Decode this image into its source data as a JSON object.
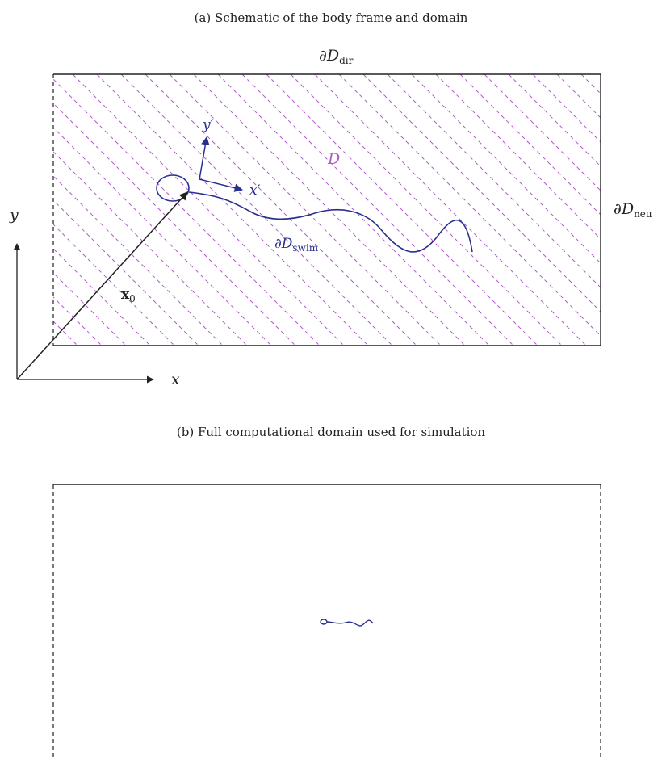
{
  "panel_a": {
    "caption": "(a) Schematic of the body frame and domain",
    "boundary_dir": {
      "main": "∂D",
      "sub": "dir"
    },
    "boundary_neu": {
      "main": "∂D",
      "sub": "neu"
    },
    "boundary_swim": {
      "main": "∂D",
      "sub": "swim"
    },
    "domain_label": "D",
    "axis_y": "y",
    "axis_x": "x",
    "body_axis_y": "y′",
    "body_axis_x": "x′",
    "position_vector": {
      "main": "x",
      "sub": "0"
    }
  },
  "panel_b": {
    "caption": "(b) Full computational domain used for simulation"
  },
  "colors": {
    "swimmer": "#2a2f8f",
    "hatch": "#b05cc8",
    "ink": "#222222"
  }
}
